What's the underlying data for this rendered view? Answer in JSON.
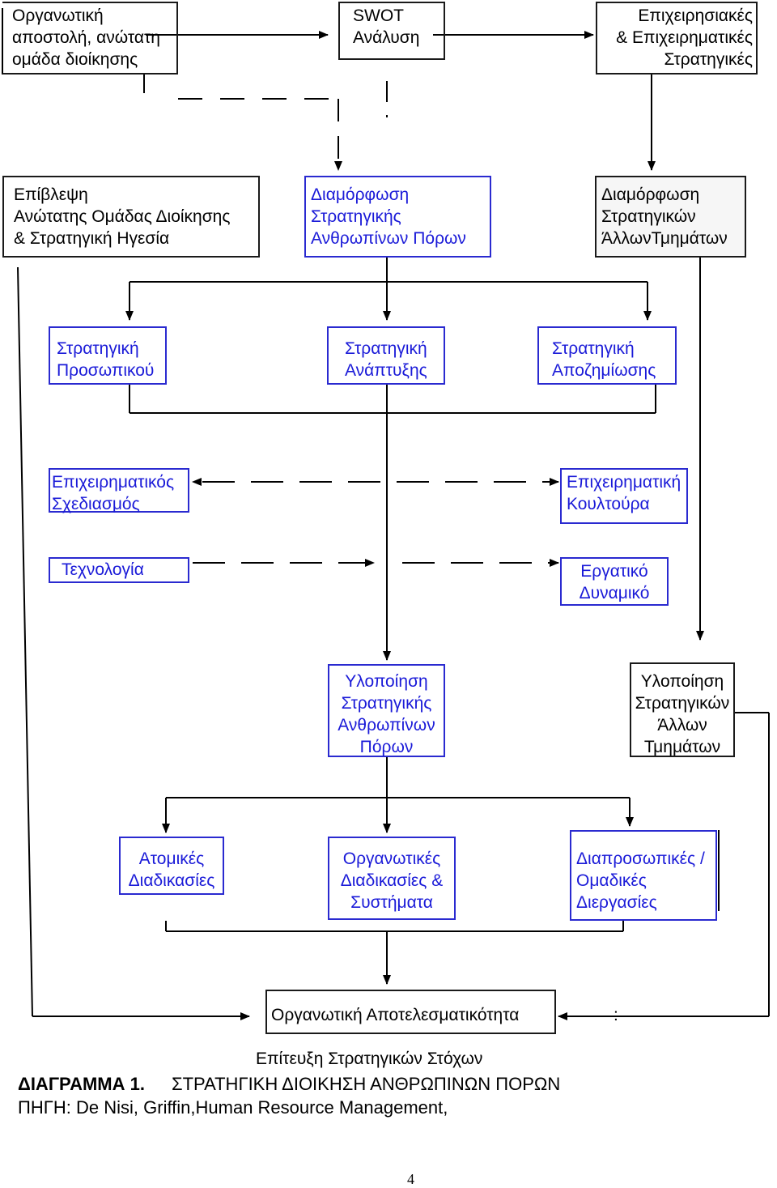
{
  "top": {
    "mission": "Οργανωτική\nαποστολή, ανώτατη\nομάδα διοίκησης",
    "swot": "SWOT\nΑνάλυση",
    "business": "Επιχειρησιακές\n& Επιχειρηματικές\nΣτρατηγικές"
  },
  "formulation": {
    "oversight": "Επίβλεψη\nΑνώτατης Ομάδας Διοίκησης\n& Στρατηγική Ηγεσία",
    "hr": "Διαμόρφωση\nΣτρατηγικής\nΑνθρωπίνων Πόρων",
    "other": "Διαμόρφωση\nΣτρατηγικών\nΆλλωνΤμημάτων"
  },
  "strategies": {
    "staffing": "Στρατηγική\nΠροσωπικού",
    "development": "Στρατηγική\nΑνάπτυξης",
    "compensation": "Στρατηγική\nΑποζημίωσης"
  },
  "factors": {
    "planning": "Επιχειρηματικός\nΣχεδιασμός",
    "culture": "Επιχειρηματική\nΚουλτούρα",
    "technology": "Τεχνολογία",
    "workforce": "Εργατικό\nΔυναμικό"
  },
  "implementation": {
    "hr": "Υλοποίηση\nΣτρατηγικής\nΑνθρωπίνων\nΠόρων",
    "other": "Υλοποίηση\nΣτρατηγικών\nΆλλων\nΤμημάτων"
  },
  "processes": {
    "individual": "Ατομικές\nΔιαδικασίες",
    "organizational": "Οργανωτικές\nΔιαδικασίες &\nΣυστήματα",
    "interpersonal": "Διαπροσωπικές /\nΟμαδικές\nΔιεργασίες"
  },
  "outcome": {
    "effectiveness": "Οργανωτική Αποτελεσματικότητα",
    "colon": ":",
    "goals": "Επίτευξη Στρατηγικών Στόχων"
  },
  "caption": {
    "title": "ΔΙΑΓΡΑΜΜΑ 1.",
    "subtitle": "ΣΤΡΑΤΗΓΙΚΗ ΔΙΟΙΚΗΣΗ ΑΝΘΡΩΠΙΝΩΝ ΠΟΡΩΝ",
    "source": "ΠΗΓΗ: De Nisi, Griffin,Human Resource Management,"
  },
  "page_number": "4"
}
